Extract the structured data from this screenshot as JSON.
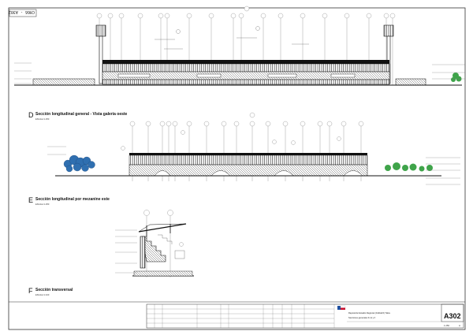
{
  "sheet": {
    "corner_tag": "CH66 - A302",
    "sheet_number": "A302",
    "accent_color": "#1f4fa0",
    "stamp_color": "#c8102e"
  },
  "views": [
    {
      "letter": "D",
      "title": "Sección longitudinal general - Vista galería oeste",
      "scale": "ESCALA 1:250"
    },
    {
      "letter": "E",
      "title": "Sección longitudinal por mezanine este",
      "scale": "ESCALA 1:250"
    },
    {
      "letter": "F",
      "title": "Sección transversal",
      "scale": "ESCALA 1:100"
    }
  ],
  "titleblock": {
    "project_line": "Reposición Estadio Regional (CHILE/O) Talca",
    "drawing_line": "Secciones generales D, E y F",
    "scale_box": "1:250",
    "revision": "A"
  }
}
